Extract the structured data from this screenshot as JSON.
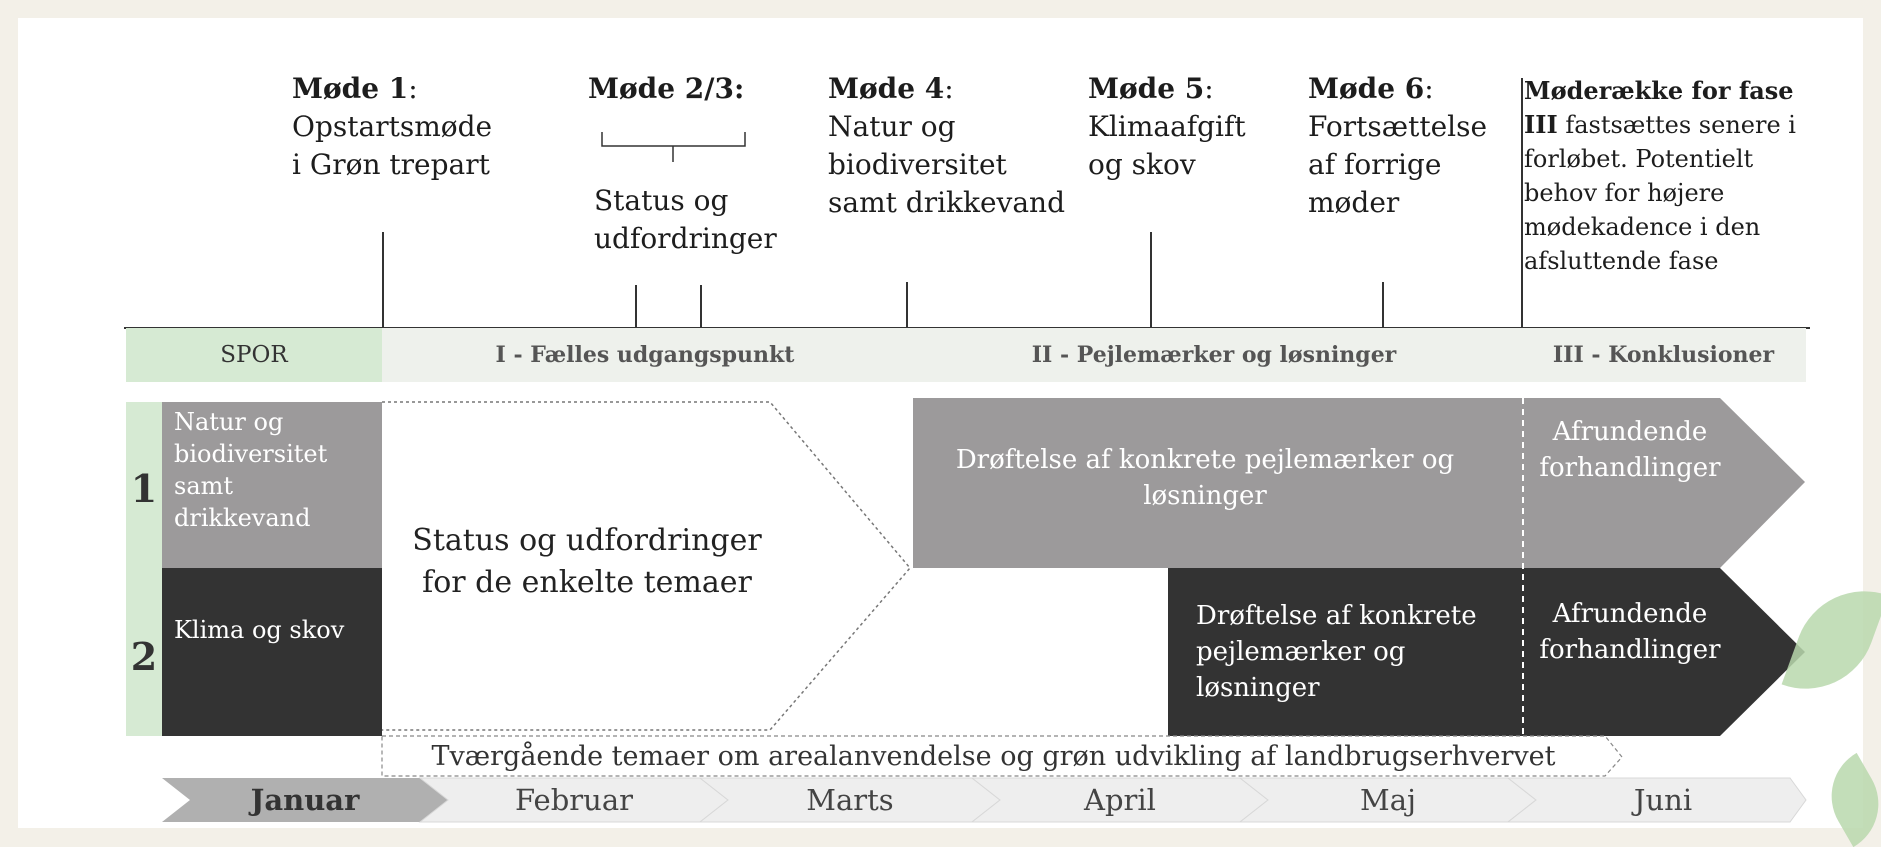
{
  "meetings": [
    {
      "title": "Møde 1",
      "suffix": ":",
      "body": [
        "Opstartsmøde",
        "i Grøn trepart"
      ]
    },
    {
      "title": "Møde 2/3:",
      "suffix": "",
      "body": [
        "Status og",
        "udfordringer"
      ]
    },
    {
      "title": "Møde 4",
      "suffix": ":",
      "body": [
        "Natur og",
        "biodiversitet",
        "samt drikkevand"
      ]
    },
    {
      "title": "Møde 5",
      "suffix": ":",
      "body": [
        "Klimaafgift",
        "og skov"
      ]
    },
    {
      "title": "Møde 6",
      "suffix": ":",
      "body": [
        "Fortsættelse",
        "af forrige",
        "møder"
      ]
    },
    {
      "title": "Møderække for fase",
      "lead": "III",
      "body": [
        "fastsættes senere i",
        "forløbet. Potentielt",
        "behov for højere",
        "mødekadence i den",
        "afsluttende fase"
      ]
    }
  ],
  "spor_label": "SPOR",
  "phases": [
    "I - Fælles udgangspunkt",
    "II - Pejlemærker og løsninger",
    "III - Konklusioner"
  ],
  "tracks": [
    {
      "number": "1",
      "name": "Natur og biodiversitet samt drikkevand"
    },
    {
      "number": "2",
      "name": "Klima og skov"
    }
  ],
  "status_text": "Status og udfordringer for de enkelte temaer",
  "track1_phase2": "Drøftelse af konkrete pejlemærker og løsninger",
  "track2_phase2": "Drøftelse af konkrete pejlemærker og løsninger",
  "phase3_text": "Afrundende forhandlinger",
  "crosscutting": "Tværgående temaer om arealanvendelse og grøn udvikling af landbrugserhvervet",
  "months": [
    "Januar",
    "Februar",
    "Marts",
    "April",
    "Maj",
    "Juni"
  ],
  "colors": {
    "track1": "#9c9a9b",
    "track2": "#333333",
    "spor_green": "#d6ead3",
    "phase_bg": "#eef1ec"
  }
}
